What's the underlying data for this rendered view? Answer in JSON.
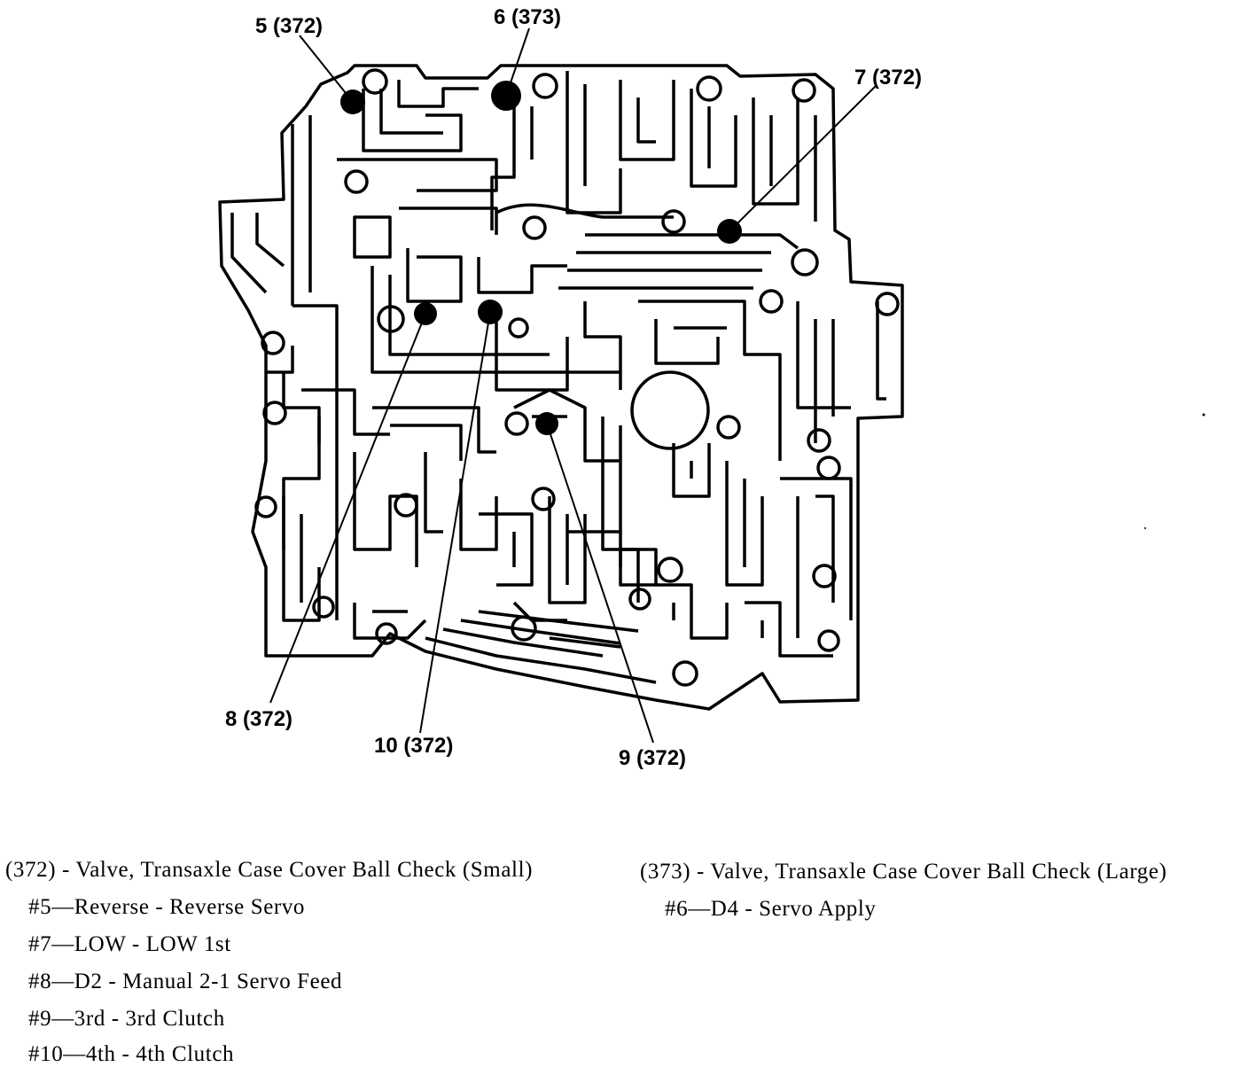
{
  "callouts": {
    "c5": "5 (372)",
    "c6": "6 (373)",
    "c7": "7 (372)",
    "c8": "8 (372)",
    "c9": "9 (372)",
    "c10": "10 (372)"
  },
  "legend": {
    "small": {
      "heading": "(372) - Valve, Transaxle Case Cover Ball Check (Small)",
      "items": [
        "#5—Reverse - Reverse Servo",
        "#7—LOW - LOW 1st",
        "#8—D2 - Manual 2-1 Servo Feed",
        "#9—3rd - 3rd Clutch",
        "#10—4th - 4th Clutch"
      ]
    },
    "large": {
      "heading": "(373) - Valve, Transaxle Case Cover Ball Check (Large)",
      "items": [
        "#6—D4 - Servo Apply"
      ]
    }
  }
}
